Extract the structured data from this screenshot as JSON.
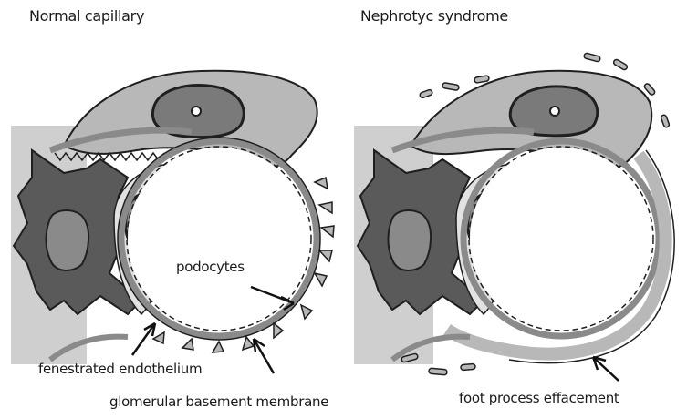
{
  "panels": {
    "left_title": "Normal capillary",
    "right_title": "Nephrotyc syndrome"
  },
  "labels": {
    "podocytes": "podocytes",
    "fenestrated_endothelium": "fenestrated endothelium",
    "gbm": "glomerular basement membrane",
    "foot_process_effacement": "foot process effacement"
  },
  "colors": {
    "mesangial_cell": "#5a5a5a",
    "nucleus": "#8a8a8a",
    "cytoplasm_light": "#d0d0d0",
    "podocyte": "#b5b5b5",
    "matrix": "#cfcfcf",
    "outline": "#1f1f1f"
  }
}
